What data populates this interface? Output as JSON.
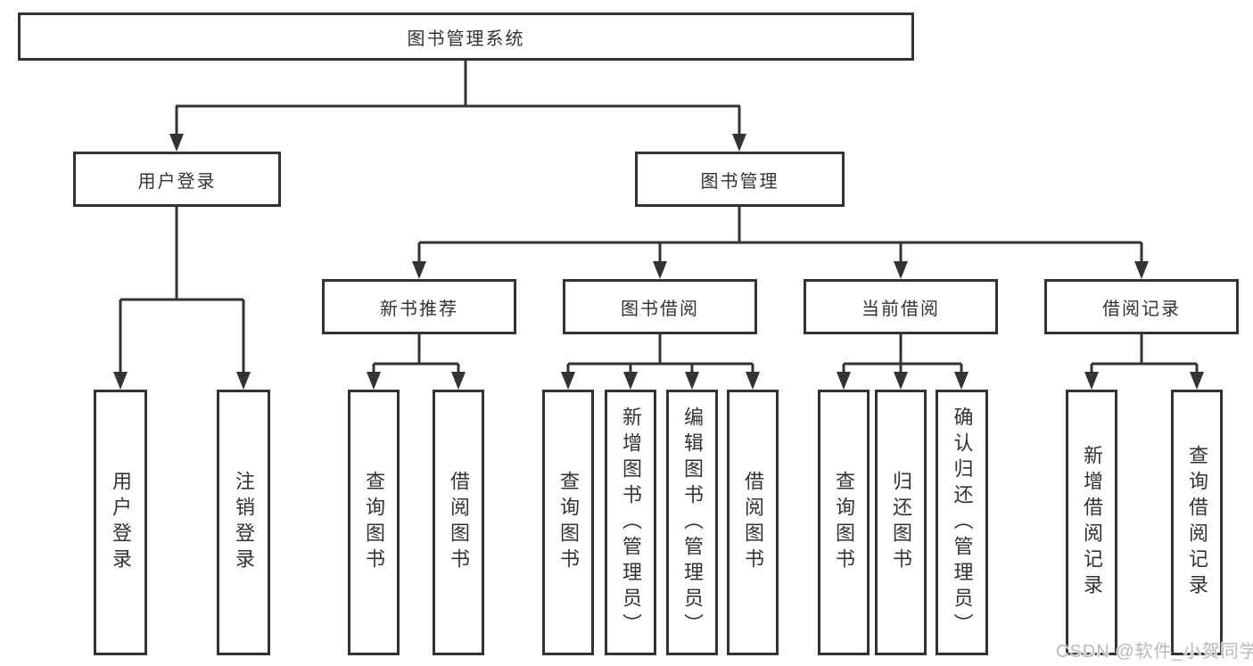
{
  "watermark": "CSDN @软件_小贺同学",
  "colors": {
    "line": "#333333",
    "text": "#333333",
    "box_background": "#ffffff",
    "watermark": "#b9b9b9"
  },
  "tree": {
    "root": {
      "label": "图书管理系统"
    },
    "branches": [
      {
        "label": "用户登录",
        "children": [
          {
            "label": "用户登录"
          },
          {
            "label": "注销登录"
          }
        ]
      },
      {
        "label": "图书管理",
        "children": [
          {
            "label": "新书推荐",
            "children": [
              {
                "label": "查询图书"
              },
              {
                "label": "借阅图书"
              }
            ]
          },
          {
            "label": "图书借阅",
            "children": [
              {
                "label": "查询图书"
              },
              {
                "label": "新增图书（管理员）"
              },
              {
                "label": "编辑图书（管理员）"
              },
              {
                "label": "借阅图书"
              }
            ]
          },
          {
            "label": "当前借阅",
            "children": [
              {
                "label": "查询图书"
              },
              {
                "label": "归还图书"
              },
              {
                "label": "确认归还（管理员）"
              }
            ]
          },
          {
            "label": "借阅记录",
            "children": [
              {
                "label": "新增借阅记录"
              },
              {
                "label": "查询借阅记录"
              }
            ]
          }
        ]
      }
    ]
  }
}
